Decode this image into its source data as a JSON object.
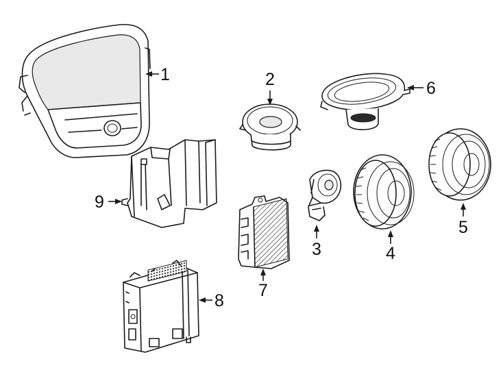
{
  "diagram": {
    "parts": [
      {
        "id": "display",
        "callout": "1"
      },
      {
        "id": "speaker-2",
        "callout": "2"
      },
      {
        "id": "tweeter",
        "callout": "3"
      },
      {
        "id": "speaker-4",
        "callout": "4"
      },
      {
        "id": "speaker-5",
        "callout": "5"
      },
      {
        "id": "speaker-6",
        "callout": "6"
      },
      {
        "id": "amplifier",
        "callout": "7"
      },
      {
        "id": "control-module",
        "callout": "8"
      },
      {
        "id": "bracket",
        "callout": "9"
      }
    ]
  }
}
